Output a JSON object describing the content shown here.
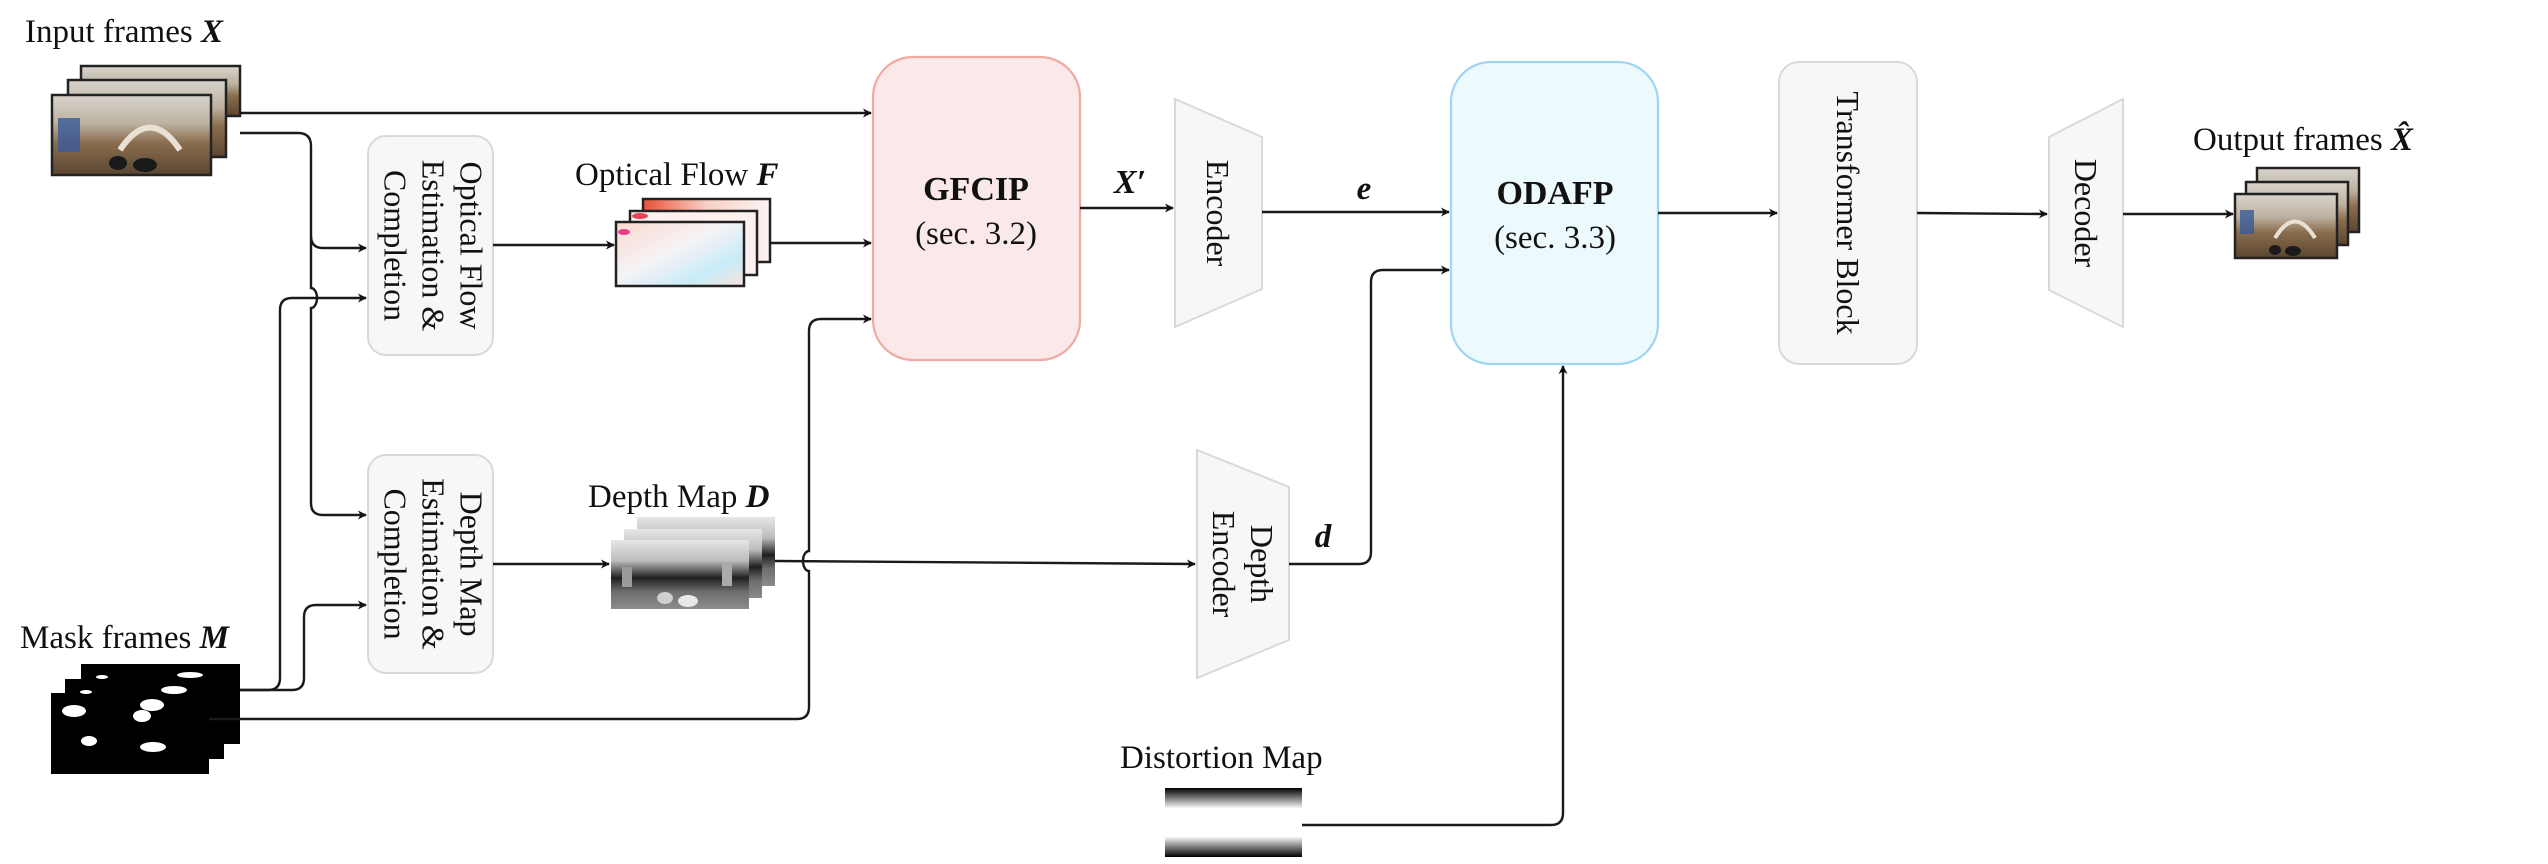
{
  "diagram": {
    "inputs": {
      "input_frames": {
        "label": "Input frames ",
        "symbol": "X"
      },
      "mask_frames": {
        "label": "Mask frames ",
        "symbol": "M"
      },
      "distortion_map": {
        "label": "Distortion Map"
      }
    },
    "modules": {
      "optical_flow": {
        "lines": [
          "Optical Flow",
          "Estimation &",
          "Completion"
        ]
      },
      "depth_map": {
        "lines": [
          "Depth Map",
          "Estimation &",
          "Completion"
        ]
      },
      "gfcip": {
        "title": "GFCIP",
        "subtitle": "(sec. 3.2)",
        "color": "#fbe9ea",
        "border": "#f0a9a3"
      },
      "encoder": {
        "label": "Encoder"
      },
      "depth_encoder": {
        "lines": [
          "Depth",
          "Encoder"
        ]
      },
      "odafp": {
        "title": "ODAFP",
        "subtitle": "(sec. 3.3)",
        "color": "#ecf9fd",
        "border": "#9fd4f2"
      },
      "transformer": {
        "label": "Transformer Block"
      },
      "decoder": {
        "label": "Decoder"
      }
    },
    "intermediates": {
      "optical_flow_output": {
        "label": "Optical Flow ",
        "symbol": "F"
      },
      "depth_map_output": {
        "label": "Depth Map ",
        "symbol": "D"
      },
      "x_prime": {
        "symbol": "X′"
      },
      "e": {
        "symbol": "e"
      },
      "d": {
        "symbol": "d"
      }
    },
    "outputs": {
      "output_frames": {
        "label": "Output frames ",
        "symbol": "X̂"
      }
    }
  }
}
